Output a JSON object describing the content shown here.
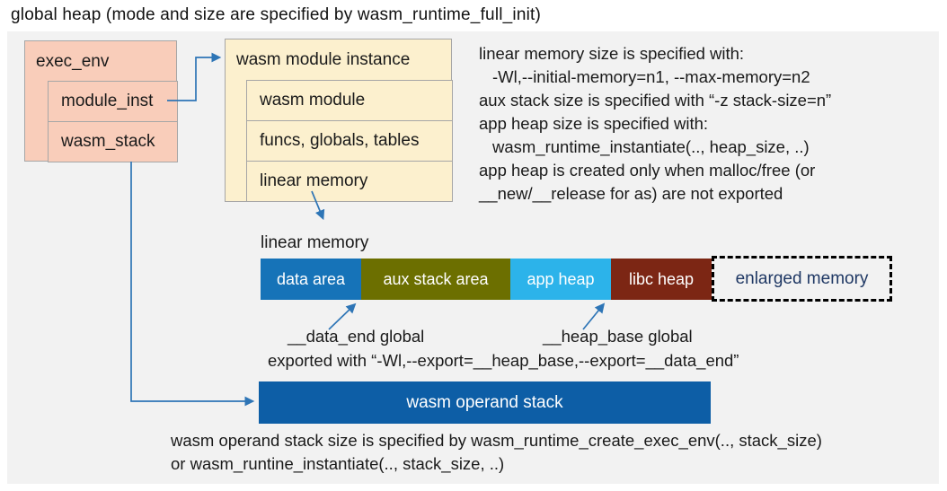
{
  "title": "global heap (mode and size are specified by wasm_runtime_full_init)",
  "exec_env": {
    "header": "exec_env",
    "rows": [
      "module_inst",
      "wasm_stack"
    ]
  },
  "module_instance": {
    "header": "wasm module instance",
    "rows": [
      "wasm module",
      "funcs, globals, tables",
      "linear memory"
    ]
  },
  "notes": {
    "lines": [
      "linear memory size is specified with:",
      "-Wl,--initial-memory=n1, --max-memory=n2",
      "aux stack size is specified with “-z stack-size=n”",
      "app heap size is specified with:",
      "wasm_runtime_instantiate(.., heap_size, ..)",
      "app heap is created only when malloc/free (or",
      "__new/__release for as) are not exported"
    ]
  },
  "linear_memory": {
    "label": "linear memory",
    "segments": [
      {
        "label": "data area",
        "color": "#1673b8"
      },
      {
        "label": "aux stack area",
        "color": "#6c6f00"
      },
      {
        "label": "app heap",
        "color": "#2cb3ea"
      },
      {
        "label": "libc heap",
        "color": "#7c2614"
      }
    ],
    "enlarged": {
      "label": "enlarged memory",
      "text_color": "#1f3864"
    }
  },
  "annotations": {
    "data_end": "__data_end global",
    "heap_base": "__heap_base global",
    "exported": "exported with “-Wl,--export=__heap_base,--export=__data_end”"
  },
  "operand_stack": {
    "label": "wasm operand stack",
    "color": "#0d5ea6"
  },
  "footer": {
    "lines": [
      "wasm operand stack size is specified by wasm_runtime_create_exec_env(.., stack_size)",
      "or wasm_runtine_instantiate(.., stack_size, ..)"
    ]
  },
  "colors": {
    "panel_background": "#f2f2f2",
    "exec_env_fill": "#f9cdba",
    "module_instance_fill": "#fcf0ce",
    "box_border": "#a6a6a6",
    "arrow_blue": "#2e75b6",
    "enlarged_text": "#1f3864"
  }
}
